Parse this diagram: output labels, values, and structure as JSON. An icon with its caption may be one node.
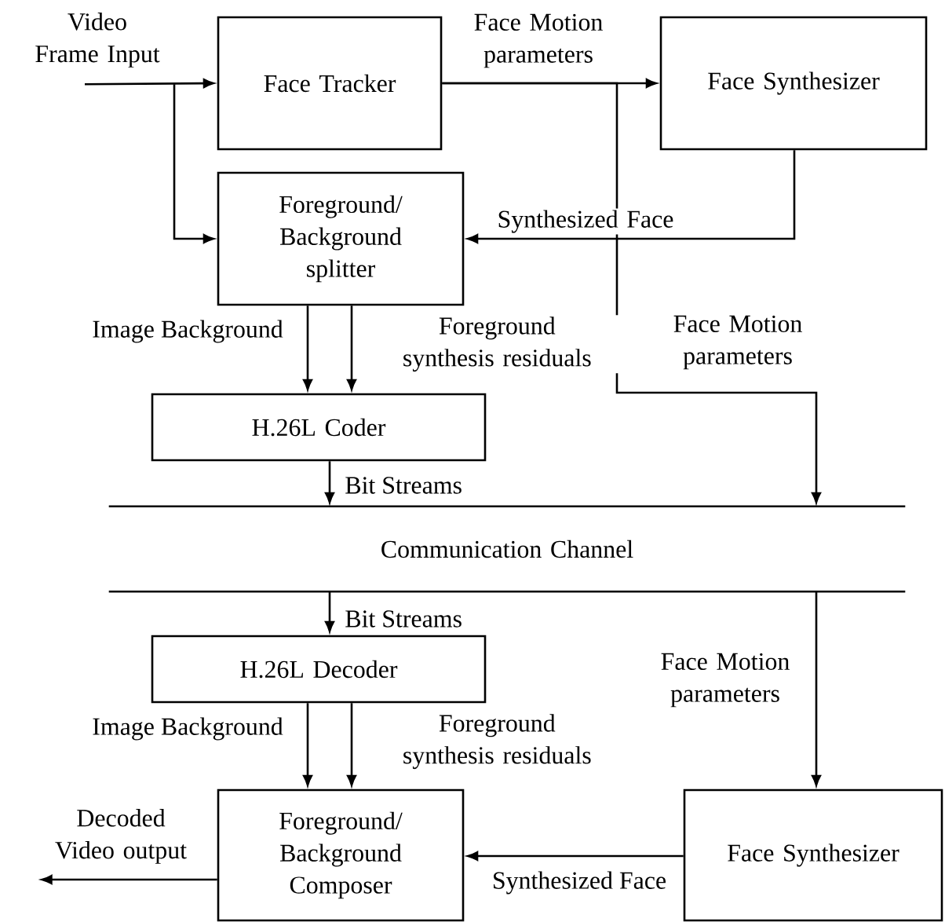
{
  "diagram": {
    "nodes": [
      {
        "text": [
          "Video Frame Input"
        ]
      },
      {
        "text": [
          "Face Tracker"
        ]
      },
      {
        "text": [
          "Face Synthesizer"
        ]
      },
      {
        "text": [
          "Foreground/ Background splitter"
        ]
      },
      {
        "text": [
          "H.26L Coder"
        ]
      },
      {
        "text": [
          "Communication Channel"
        ]
      },
      {
        "text": [
          "H.26L Decoder"
        ]
      },
      {
        "text": [
          "Foreground/ Background Composer"
        ]
      },
      {
        "text": [
          "Face Synthesizer"
        ]
      },
      {
        "text": [
          "Decoded Video output"
        ]
      }
    ],
    "edges": [
      {
        "from": 0,
        "to": 1,
        "arrow": "to"
      },
      {
        "from": 0,
        "to": 3,
        "arrow": "to"
      },
      {
        "from": 1,
        "to": 2,
        "arrow": "to",
        "label": "Face Motion parameters"
      },
      {
        "from": 1,
        "to": 5,
        "arrow": "to",
        "label": "Face Motion parameters"
      },
      {
        "from": 2,
        "to": 3,
        "arrow": "to",
        "label": "Synthesized Face"
      },
      {
        "from": 3,
        "to": 4,
        "arrow": "to",
        "label": "Image Background"
      },
      {
        "from": 3,
        "to": 4,
        "arrow": "to",
        "label": "Foreground synthesis residuals"
      },
      {
        "from": 4,
        "to": 5,
        "arrow": "to",
        "label": "Bit Streams"
      },
      {
        "from": 5,
        "to": 6,
        "arrow": "to",
        "label": "Bit Streams"
      },
      {
        "from": 5,
        "to": 8,
        "arrow": "to",
        "label": "Face Motion parameters"
      },
      {
        "from": 6,
        "to": 7,
        "arrow": "to",
        "label": "Image Background"
      },
      {
        "from": 6,
        "to": 7,
        "arrow": "to",
        "label": "Foreground synthesis residuals"
      },
      {
        "from": 8,
        "to": 7,
        "arrow": "to",
        "label": "Synthesized Face"
      },
      {
        "from": 7,
        "to": 9,
        "arrow": "to"
      }
    ]
  }
}
